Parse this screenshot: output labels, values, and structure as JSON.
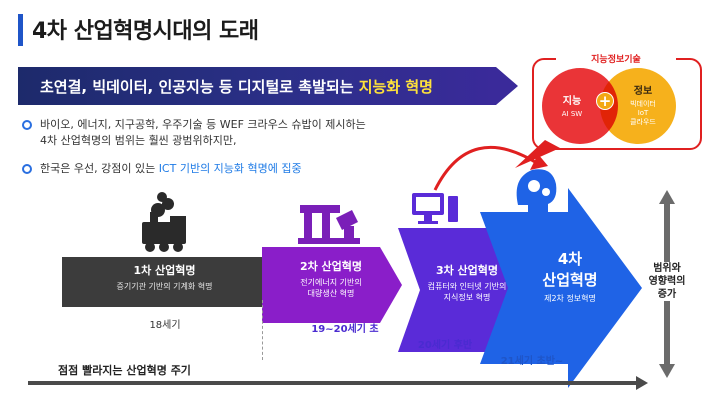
{
  "header": {
    "title": "4차 산업혁명시대의 도래"
  },
  "banner": {
    "text_prefix": "초연결, 빅데이터, 인공지능 등 디지털로 촉발되는 ",
    "text_highlight": "지능화 혁명"
  },
  "bullets": {
    "b1_line1": "바이오, 에너지, 지구공학, 우주기술 등 WEF 크라우스 슈밥이 제시하는",
    "b1_line2": "4차 산업혁명의 범위는 훨씬 광범위하지만,",
    "b2_prefix": "한국은 우선, 강점이 있는 ",
    "b2_highlight": "ICT 기반의 지능화 혁명에 집중"
  },
  "venn": {
    "title": "지능정보기술",
    "left_head": "지능",
    "left_sub": "AI SW",
    "right_head": "정보",
    "right_sub1": "빅데이터",
    "right_sub2": "IoT",
    "right_sub3": "클라우드",
    "plus": "+"
  },
  "stages": [
    {
      "title": "1차 산업혁명",
      "desc": "증기기관 기반의 기계화 혁명",
      "era": "18세기"
    },
    {
      "title": "2차 산업혁명",
      "desc1": "전기에너지 기반의",
      "desc2": "대량생산 혁명",
      "era": "19~20세기 초"
    },
    {
      "title": "3차 산업혁명",
      "desc1": "컴퓨터와 인터넷 기반의",
      "desc2": "지식정보 혁명",
      "era": "20세기 후반"
    },
    {
      "title1": "4차",
      "title2": "산업혁명",
      "desc": "제2차 정보혁명",
      "era": "21세기 초반~"
    }
  ],
  "side": {
    "line1": "범위와",
    "line2": "영향력의",
    "line3": "증가"
  },
  "footer": {
    "text": "점점 빨라지는 산업혁명 주기"
  },
  "colors": {
    "stage1": "#3c3c3c",
    "stage2": "#8a1ec9",
    "stage3": "#5a2bd8",
    "stage4": "#1f63e6",
    "era_text": "#4a2bd0"
  },
  "icons": [
    "steam-train-icon",
    "factory-icon",
    "computer-icon",
    "brain-gear-icon",
    "red-arrow-icon"
  ]
}
